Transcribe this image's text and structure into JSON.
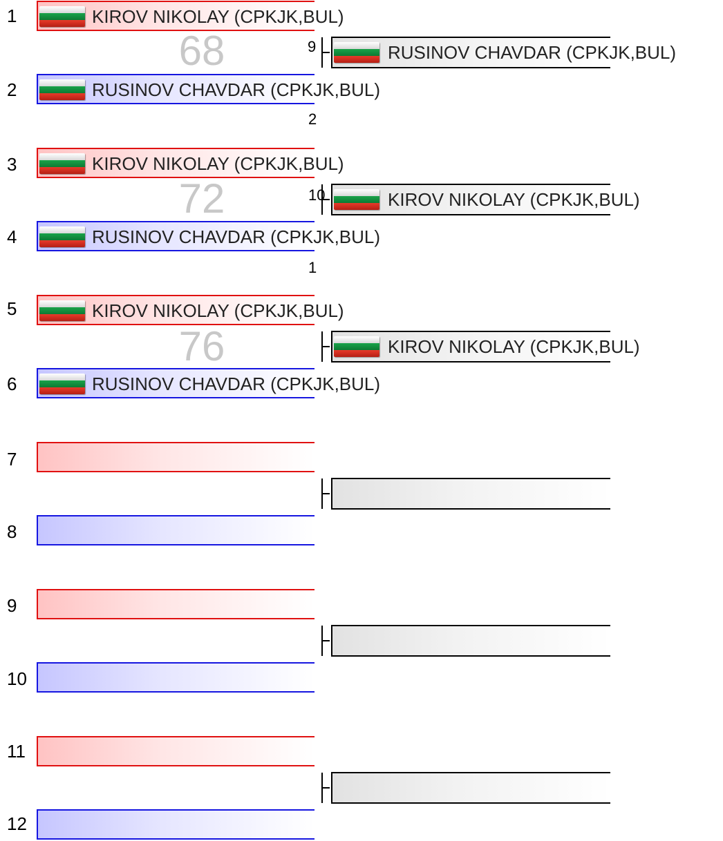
{
  "colors": {
    "red_corner": "#e01010",
    "blue_corner": "#1515e0",
    "winner_border": "#000000",
    "bout_number": "#c8c8c8"
  },
  "flag_icon": "bulgaria-flag-icon",
  "bracket": {
    "entries": [
      {
        "seed": "1",
        "name": "KIROV NIKOLAY (CPKJK,BUL)"
      },
      {
        "seed": "2",
        "name": "RUSINOV CHAVDAR (CPKJK,BUL)"
      },
      {
        "seed": "3",
        "name": "KIROV NIKOLAY (CPKJK,BUL)"
      },
      {
        "seed": "4",
        "name": "RUSINOV CHAVDAR (CPKJK,BUL)"
      },
      {
        "seed": "5",
        "name": "KIROV NIKOLAY (CPKJK,BUL)"
      },
      {
        "seed": "6",
        "name": "RUSINOV CHAVDAR (CPKJK,BUL)"
      },
      {
        "seed": "7",
        "name": ""
      },
      {
        "seed": "8",
        "name": ""
      },
      {
        "seed": "9",
        "name": ""
      },
      {
        "seed": "10",
        "name": ""
      },
      {
        "seed": "11",
        "name": ""
      },
      {
        "seed": "12",
        "name": ""
      }
    ],
    "bouts": [
      {
        "number": "68",
        "winner": "RUSINOV CHAVDAR (CPKJK,BUL)",
        "score_top": "9",
        "score_bottom": "2"
      },
      {
        "number": "72",
        "winner": "KIROV NIKOLAY (CPKJK,BUL)",
        "score_top": "10",
        "score_bottom": "1"
      },
      {
        "number": "76",
        "winner": "KIROV NIKOLAY (CPKJK,BUL)",
        "score_top": "",
        "score_bottom": ""
      },
      {
        "number": "",
        "winner": "",
        "score_top": "",
        "score_bottom": ""
      },
      {
        "number": "",
        "winner": "",
        "score_top": "",
        "score_bottom": ""
      },
      {
        "number": "",
        "winner": "",
        "score_top": "",
        "score_bottom": ""
      }
    ]
  }
}
